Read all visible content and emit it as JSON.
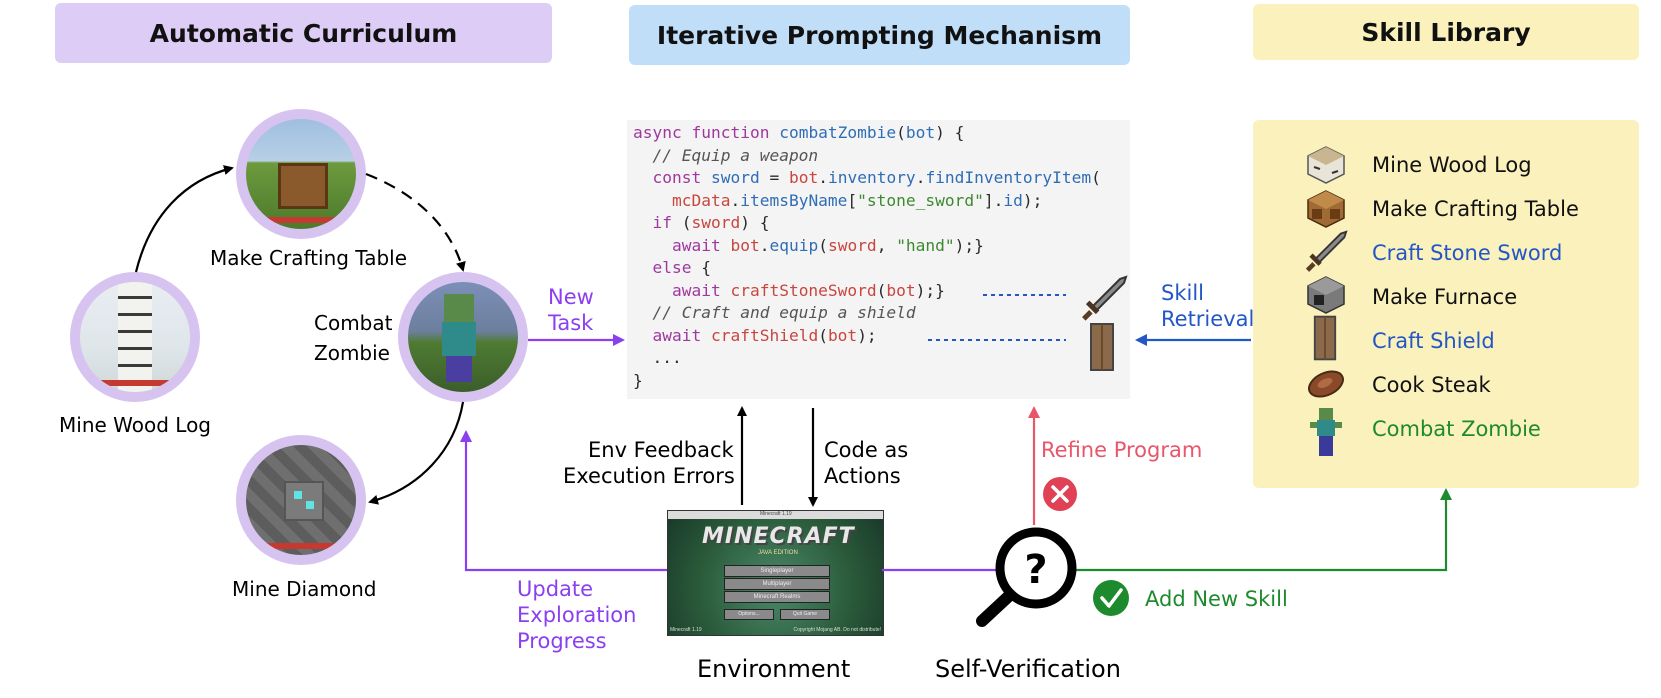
{
  "headers": {
    "curriculum": "Automatic Curriculum",
    "iterative": "Iterative Prompting Mechanism",
    "skill_library": "Skill Library"
  },
  "curriculum": {
    "make_crafting_table": "Make Crafting Table",
    "combat_line1": "Combat",
    "combat_line2": "Zombie",
    "mine_wood_log": "Mine Wood Log",
    "mine_diamond": "Mine Diamond"
  },
  "new_task": {
    "line1": "New",
    "line2": "Task"
  },
  "code": {
    "l1_kw": "async function",
    "l1_fn": "combatZombie",
    "l1_arg": "bot",
    "l2": "// Equip a weapon",
    "l3_kw": "const",
    "l3_var": "sword",
    "l3_obj": "bot",
    "l3_prop": "inventory",
    "l3_fn": "findInventoryItem",
    "l4_obj": "mcData",
    "l4_prop": "itemsByName",
    "l4_str": "\"stone_sword\"",
    "l4_id": "id",
    "l5_kw": "if",
    "l5_var": "sword",
    "l6_kw": "await",
    "l6_obj": "bot",
    "l6_fn": "equip",
    "l6_var": "sword",
    "l6_str": "\"hand\"",
    "l7_kw": "else",
    "l8_kw": "await",
    "l8_fn": "craftStoneSword",
    "l8_arg": "bot",
    "l9": "// Craft and equip a shield",
    "l10_kw": "await",
    "l10_fn": "craftShield",
    "l10_arg": "bot",
    "l11": "...",
    "l12": "}"
  },
  "skill_retrieval": {
    "line1": "Skill",
    "line2": "Retrieval"
  },
  "skills": [
    {
      "label": "Mine Wood  Log",
      "color": "#111111",
      "icon": "birch-log-icon"
    },
    {
      "label": "Make Crafting Table",
      "color": "#111111",
      "icon": "crafting-table-icon"
    },
    {
      "label": "Craft Stone Sword",
      "color": "#2257c5",
      "icon": "stone-sword-icon"
    },
    {
      "label": "Make Furnace",
      "color": "#111111",
      "icon": "furnace-icon"
    },
    {
      "label": "Craft Shield",
      "color": "#2257c5",
      "icon": "shield-icon"
    },
    {
      "label": "Cook Steak",
      "color": "#111111",
      "icon": "steak-icon"
    },
    {
      "label": "Combat Zombie",
      "color": "#1e8a2e",
      "icon": "zombie-icon"
    }
  ],
  "env_feedback": {
    "line1": "Env Feedback",
    "line2": "Execution Errors"
  },
  "code_actions": {
    "line1": "Code as",
    "line2": "Actions"
  },
  "refine_program": "Refine Program",
  "update_progress": {
    "line1": "Update",
    "line2": "Exploration",
    "line3": "Progress"
  },
  "add_new_skill": "Add New Skill",
  "environment": "Environment",
  "self_verification": "Self-Verification",
  "minecraft": {
    "logo": "MINECRAFT",
    "edition": "JAVA EDITION",
    "window_title": "Minecraft 1.19",
    "buttons": [
      "Singleplayer",
      "Multiplayer",
      "Minecraft Realms"
    ],
    "small_buttons": [
      "Options...",
      "Quit Game"
    ],
    "version": "Minecraft 1.19",
    "copyright": "Copyright Mojang AB. Do not distribute!"
  },
  "colors": {
    "purple": "#8a3ff0",
    "blue": "#2257c5",
    "red": "#e8566a",
    "green": "#1e8a2e"
  }
}
